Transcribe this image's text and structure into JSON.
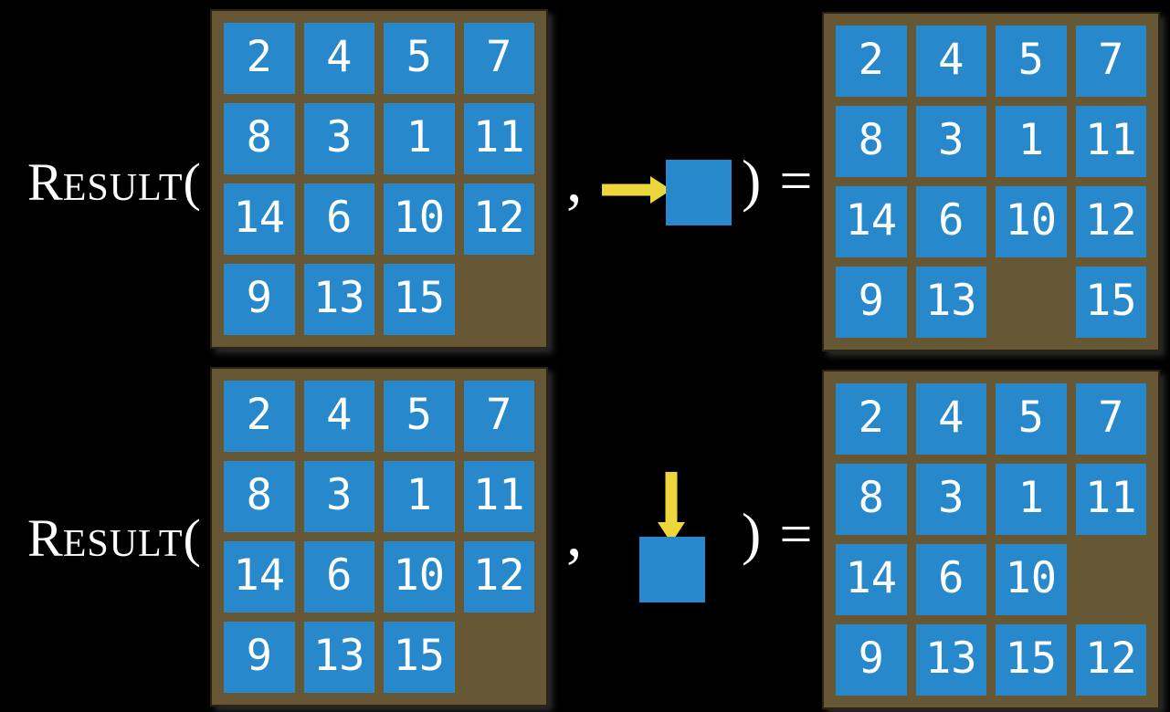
{
  "figure": {
    "function_label": {
      "cap": "R",
      "small": "ESULT",
      "open_paren": "("
    },
    "comma": ",",
    "close_paren_equals": ") =",
    "rows": [
      {
        "move_direction": "right",
        "input_board": [
          [
            "2",
            "4",
            "5",
            "7"
          ],
          [
            "8",
            "3",
            "1",
            "11"
          ],
          [
            "14",
            "6",
            "10",
            "12"
          ],
          [
            "9",
            "13",
            "15",
            ""
          ]
        ],
        "output_board": [
          [
            "2",
            "4",
            "5",
            "7"
          ],
          [
            "8",
            "3",
            "1",
            "11"
          ],
          [
            "14",
            "6",
            "10",
            "12"
          ],
          [
            "9",
            "13",
            "",
            "15"
          ]
        ]
      },
      {
        "move_direction": "down",
        "input_board": [
          [
            "2",
            "4",
            "5",
            "7"
          ],
          [
            "8",
            "3",
            "1",
            "11"
          ],
          [
            "14",
            "6",
            "10",
            "12"
          ],
          [
            "9",
            "13",
            "15",
            ""
          ]
        ],
        "output_board": [
          [
            "2",
            "4",
            "5",
            "7"
          ],
          [
            "8",
            "3",
            "1",
            "11"
          ],
          [
            "14",
            "6",
            "10",
            ""
          ],
          [
            "9",
            "13",
            "15",
            "12"
          ]
        ]
      }
    ],
    "colors": {
      "background": "#000000",
      "board_brown": "#675835",
      "tile_blue": "#2789CB",
      "arrow_yellow": "#EDD53C",
      "text_white": "#FFFFFF"
    }
  }
}
